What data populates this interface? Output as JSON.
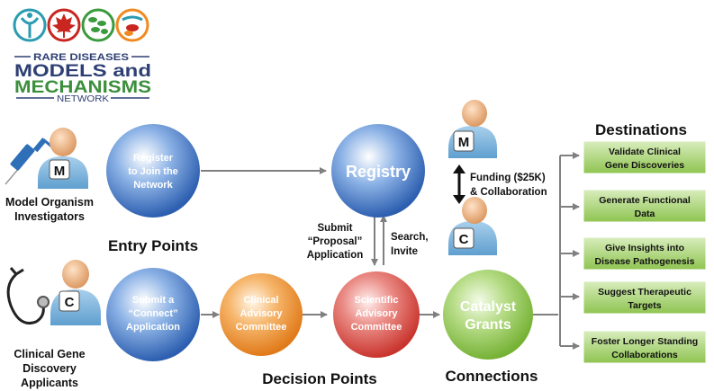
{
  "logo": {
    "line1": "RARE DISEASES",
    "line2": "MODELS and",
    "line3": "MECHANISMS",
    "line4": "NETWORK",
    "colors": {
      "teal": "#2a9bb0",
      "red": "#c8261f",
      "green": "#3a9a3e",
      "orange": "#f08a20",
      "navy": "#2e3f73",
      "green_text": "#3b8f3c"
    }
  },
  "actors": {
    "model": {
      "badge": "M",
      "label_lines": [
        "Model Organism",
        "Investigators"
      ]
    },
    "clinical": {
      "badge": "C",
      "label_lines": [
        "Clinical Gene",
        "Discovery",
        "Applicants"
      ]
    },
    "catalyst_m": {
      "badge": "M"
    },
    "catalyst_c": {
      "badge": "C"
    }
  },
  "nodes": {
    "register": {
      "lines": [
        "Register",
        "to Join the",
        "Network"
      ]
    },
    "connect": {
      "lines": [
        "Submit a",
        "“Connect”",
        "Application"
      ]
    },
    "registry": {
      "lines": [
        "Registry"
      ]
    },
    "cac": {
      "lines": [
        "Clinical",
        "Advisory",
        "Committee"
      ]
    },
    "sac": {
      "lines": [
        "Scientific",
        "Advisory",
        "Committee"
      ]
    },
    "catalyst": {
      "lines": [
        "Catalyst",
        "Grants"
      ]
    }
  },
  "edge_labels": {
    "proposal": [
      "Submit",
      "“Proposal”",
      "Application"
    ],
    "search": [
      "Search,",
      "Invite"
    ],
    "funding": [
      "Funding ($25K)",
      "& Collaboration"
    ]
  },
  "section_labels": {
    "entry": "Entry Points",
    "decision": "Decision Points",
    "connections": "Connections",
    "destinations": "Destinations"
  },
  "destinations": [
    {
      "lines": [
        "Validate Clinical",
        "Gene Discoveries"
      ]
    },
    {
      "lines": [
        "Generate Functional",
        "Data"
      ]
    },
    {
      "lines": [
        "Give Insights into",
        "Disease Pathogenesis"
      ]
    },
    {
      "lines": [
        "Suggest Therapeutic",
        "Targets"
      ]
    },
    {
      "lines": [
        "Foster Longer Standing",
        "Collaborations"
      ]
    }
  ],
  "colors": {
    "blue_circle": "#3f74c4",
    "orange_circle": "#ee8a2a",
    "red_circle": "#d8463f",
    "green_circle": "#8cc34b",
    "dest_box": "#9ccc5f",
    "person": "#7fb3d8",
    "person_head": "#f0b889",
    "arrow": "#808080"
  }
}
